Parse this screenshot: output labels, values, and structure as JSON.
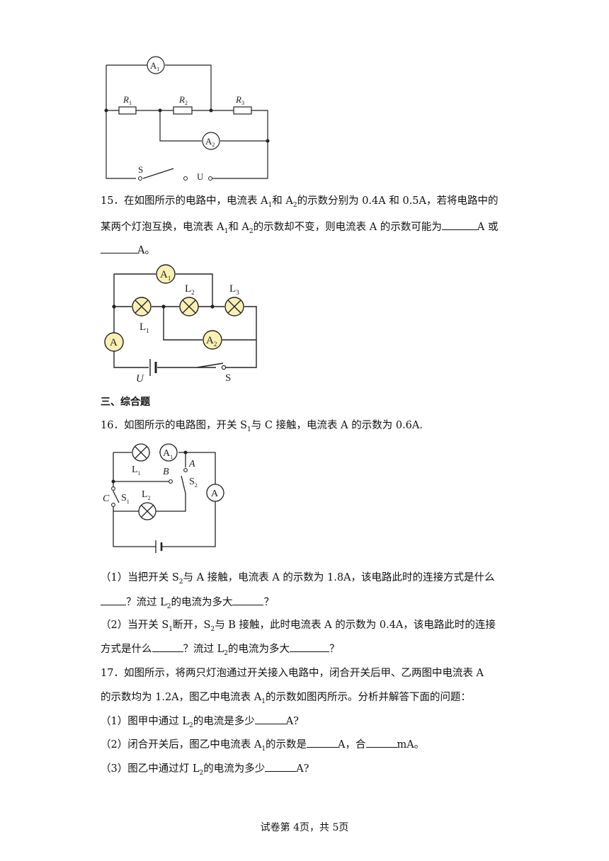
{
  "fig1": {
    "labels": {
      "a1_letter": "A",
      "a1_sub": "1",
      "a2_letter": "A",
      "a2_sub": "2",
      "r1_letter": "R",
      "r1_sub": "1",
      "r2_letter": "R",
      "r2_sub": "2",
      "r3_letter": "R",
      "r3_sub": "3",
      "switch": "S",
      "source": "U"
    }
  },
  "q15": {
    "line1": "15．在如图所示的电路中，电流表 A",
    "line1_sub1": "1",
    "line1_mid": "和 A",
    "line1_sub2": "2",
    "line1_end": "的示数分别为 0.4A 和 0.5A，若将电路中的",
    "line2a": "某两个灯泡互换，电流表 A",
    "line2_sub1": "1",
    "line2b": "和 A",
    "line2_sub2": "2",
    "line2c": "的示数却不变，则电流表 A 的示数可能为",
    "line2d": "A 或",
    "line3": "A。"
  },
  "fig2": {
    "labels": {
      "a1_letter": "A",
      "a1_sub": "1",
      "a2_letter": "A",
      "a2_sub": "2",
      "a_letter": "A",
      "l1_letter": "L",
      "l1_sub": "1",
      "l2_letter": "L",
      "l2_sub": "2",
      "l3_letter": "L",
      "l3_sub": "3",
      "u": "U",
      "s": "S"
    }
  },
  "section3": {
    "title": "三、综合题"
  },
  "q16": {
    "text_a": "16．如图所示的电路图，开关 S",
    "text_sub": "1",
    "text_b": "与 C 接触，电流表 A 的示数为 0.6A.",
    "p1_line1_a": "（1）当把开关 S",
    "p1_line1_sub": "2",
    "p1_line1_b": "与 A 接触，电流表 A 的示数为 1.8A，该电路此时的连接方式是什么",
    "p1_line2_a": "？流过 L",
    "p1_line2_sub": "2",
    "p1_line2_b": "的电流为多大",
    "p1_line2_c": "？",
    "p2_line1_a": "（2）当开关 S",
    "p2_line1_sub1": "1",
    "p2_line1_b": "断开，S",
    "p2_line1_sub2": "2",
    "p2_line1_c": "与 B 接触，此时电流表 A 的示数为 0.4A，该电路此时的连接",
    "p2_line2_a": "方式是什么",
    "p2_line2_b": "？流过 L",
    "p2_line2_sub": "2",
    "p2_line2_c": "的电流为多大",
    "p2_line2_d": "？"
  },
  "fig3": {
    "labels": {
      "l1_letter": "L",
      "l1_sub": "1",
      "l2_letter": "L",
      "l2_sub": "2",
      "a1_letter": "A",
      "a1_sub": "1",
      "a_letter": "A",
      "b": "B",
      "a_contact": "A",
      "c": "C",
      "s1_letter": "S",
      "s1_sub": "1",
      "s2_letter": "S",
      "s2_sub": "2"
    }
  },
  "q17": {
    "line1": "17．如图所示，将两只灯泡通过开关接入电路中，闭合开关后甲、乙两图中电流表 A",
    "line2_a": "的示数均为 1.2A，图乙中电流表 A",
    "line2_sub": "1",
    "line2_b": "的示数如图丙所示。分析并解答下面的问题：",
    "p1_a": "（1）图甲中通过 L",
    "p1_sub": "2",
    "p1_b": "的电流是多少",
    "p1_c": "A?",
    "p2_a": "（2）闭合开关后，图乙中电流表 A",
    "p2_sub": "1",
    "p2_b": "的示数是",
    "p2_c": "A，合",
    "p2_d": "mA。",
    "p3_a": "（3）图乙中通过灯 L",
    "p3_sub": "2",
    "p3_b": "的电流为多少",
    "p3_c": "A?"
  },
  "footer": {
    "text": "试卷第 4页，共 5页"
  },
  "colors": {
    "meter_fill": "#fbf0b4",
    "line": "#222222"
  }
}
